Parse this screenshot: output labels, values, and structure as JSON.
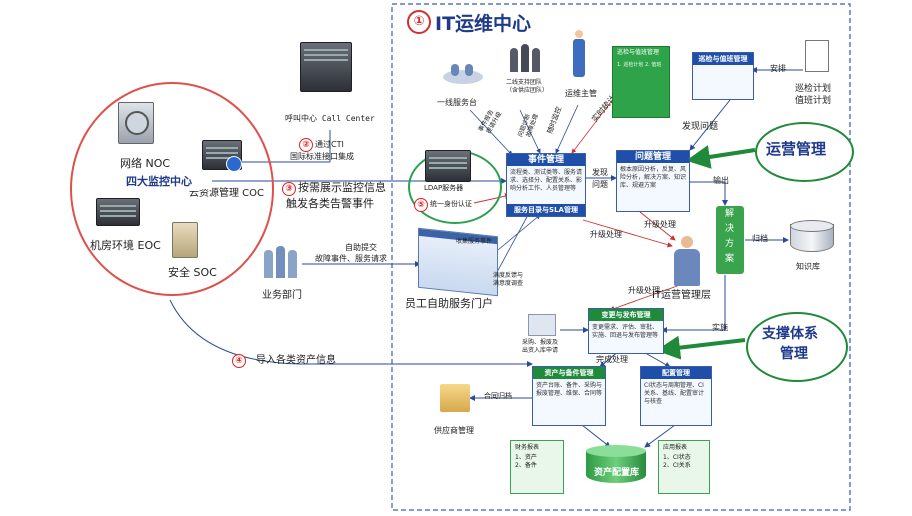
{
  "main_title": "IT运维中心",
  "main_title_num": "①",
  "monitor_center": {
    "title": "四大监控中心",
    "noc": "网络 NOC",
    "coc": "云资源管理 COC",
    "eoc": "机房环境 EOC",
    "soc": "安全 SOC"
  },
  "call_center": {
    "label": "呼叫中心 Call Center",
    "step_num": "②",
    "step_text_1": "通过CTI",
    "step_text_2": "国际标准接口集成"
  },
  "step3": {
    "num": "③",
    "text_1": "按需展示监控信息",
    "text_2": "触发各类告警事件"
  },
  "step4": {
    "num": "④",
    "text": "导入各类资产信息"
  },
  "step5": {
    "num": "⑤",
    "text": "统一身份认证"
  },
  "business": {
    "label": "业务部门",
    "flow_1": "自助提交",
    "flow_2": "故障事件、服务请求"
  },
  "ldap": "LDAP服务器",
  "portal": {
    "label": "员工自助服务门户",
    "collect": "收集服务事件",
    "satisfaction_1": "满度反馈与",
    "satisfaction_2": "满意度调查"
  },
  "top_people": {
    "helpdesk": "一线服务台",
    "l2": "二线支持团队",
    "l2_sub": "（含供应团队）",
    "supervisor": "运维主管",
    "realtime": "实时统计",
    "monitor": "随时监控",
    "diag_1": "问题诊断",
    "diag_2": "故障处理",
    "event_report": "事件报告",
    "escalate": "提请升级"
  },
  "event_mgmt": {
    "title": "事件管理",
    "body": "流程类、测试类等、服务请求、选择分、配置关系、影响分析工作、人员管理等",
    "sla": "服务目录与SLA管理"
  },
  "problem_mgmt": {
    "title": "问题管理",
    "body": "根本原因分析，反复、风险分析，解决方案、知识库、规避方案",
    "found_1": "发现",
    "found_2": "问题",
    "found_issue": "发现问题"
  },
  "inspection": {
    "title": "巡检与值班管理",
    "arrange": "安排",
    "plan_1": "巡检计划",
    "plan_2": "值班计划",
    "note_title": "巡检与值班管理",
    "note_body": "1. 巡检计划 2. 值班"
  },
  "ops_mgmt": "运营管理",
  "support": {
    "line1": "支撑体系",
    "line2": "管理"
  },
  "solution": {
    "chars": [
      "解",
      "决",
      "方",
      "案"
    ],
    "output": "输出",
    "archive": "归档",
    "kb": "知识库",
    "implement": "实施"
  },
  "escalation": {
    "up1": "升级处理",
    "up2": "升级处理",
    "up3": "升级处理",
    "mgr": "IT运营管理层"
  },
  "change_mgmt": {
    "title": "变更与发布管理",
    "body": "变更需求、评估、审批、实施、回退与发布管理等",
    "purchase_1": "采购、报废及",
    "purchase_2": "出资入库申请",
    "complete": "完成处理"
  },
  "asset_mgmt": {
    "title": "资产与备件管理",
    "body": "资产台账、备件、采购与报废管理、维保、合同等"
  },
  "config_mgmt": {
    "title": "配置管理",
    "body": "CI状态与周期管理、CI关系、基线、配置审计与核查"
  },
  "contract": "合同归档",
  "supplier": "供应商管理",
  "cmdb": "资产配置库",
  "report_left": {
    "title": "财务报表",
    "items": [
      "1、资产",
      "2、备件"
    ]
  },
  "report_right": {
    "title": "应用报表",
    "items": [
      "1、CI状态",
      "2、CI关系"
    ]
  }
}
